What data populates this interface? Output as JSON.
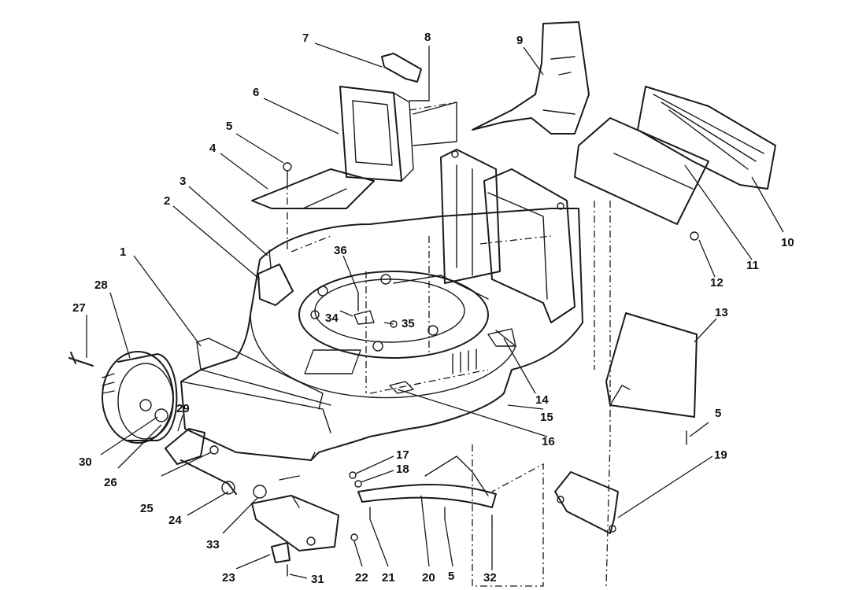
{
  "callouts": [
    {
      "id": "1",
      "text": "1"
    },
    {
      "id": "2",
      "text": "2"
    },
    {
      "id": "3",
      "text": "3"
    },
    {
      "id": "4",
      "text": "4"
    },
    {
      "id": "5a",
      "text": "5"
    },
    {
      "id": "5b",
      "text": "5"
    },
    {
      "id": "5c",
      "text": "5"
    },
    {
      "id": "6",
      "text": "6"
    },
    {
      "id": "7",
      "text": "7"
    },
    {
      "id": "8",
      "text": "8"
    },
    {
      "id": "9",
      "text": "9"
    },
    {
      "id": "10",
      "text": "10"
    },
    {
      "id": "11",
      "text": "11"
    },
    {
      "id": "12",
      "text": "12"
    },
    {
      "id": "13",
      "text": "13"
    },
    {
      "id": "14",
      "text": "14"
    },
    {
      "id": "15",
      "text": "15"
    },
    {
      "id": "16",
      "text": "16"
    },
    {
      "id": "17",
      "text": "17"
    },
    {
      "id": "18",
      "text": "18"
    },
    {
      "id": "19",
      "text": "19"
    },
    {
      "id": "20",
      "text": "20"
    },
    {
      "id": "21",
      "text": "21"
    },
    {
      "id": "22",
      "text": "22"
    },
    {
      "id": "23",
      "text": "23"
    },
    {
      "id": "24",
      "text": "24"
    },
    {
      "id": "25",
      "text": "25"
    },
    {
      "id": "26",
      "text": "26"
    },
    {
      "id": "27",
      "text": "27"
    },
    {
      "id": "28",
      "text": "28"
    },
    {
      "id": "29",
      "text": "29"
    },
    {
      "id": "30",
      "text": "30"
    },
    {
      "id": "31",
      "text": "31"
    },
    {
      "id": "32",
      "text": "32"
    },
    {
      "id": "33",
      "text": "33"
    },
    {
      "id": "34",
      "text": "34"
    },
    {
      "id": "35",
      "text": "35"
    },
    {
      "id": "36",
      "text": "36"
    }
  ]
}
